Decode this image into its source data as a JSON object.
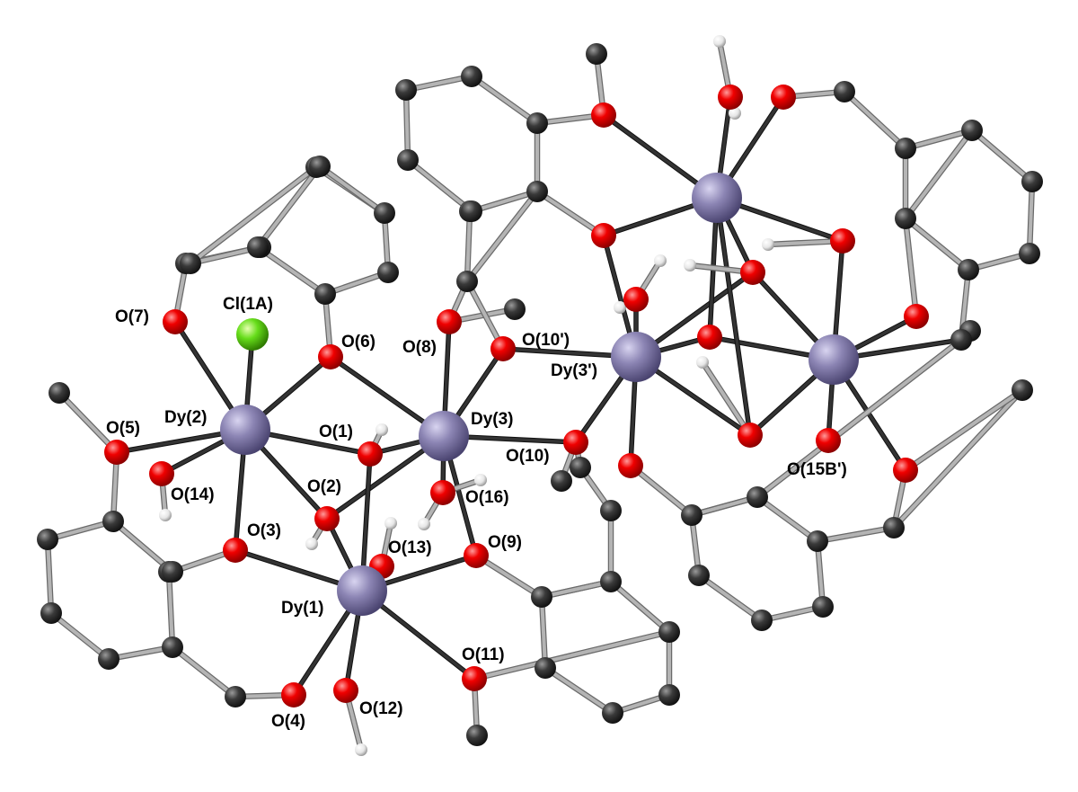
{
  "colors": {
    "background": "#ffffff",
    "carbon": "#3a3a3a",
    "oxygen": "#e00000",
    "hydrogen": "#e8e8e8",
    "dysprosium": "#8c85b4",
    "chlorine": "#66dd1a",
    "bond_organic": "#b4b4b4",
    "bond_metal": "#333333"
  },
  "atoms": [
    {
      "id": "Dy1",
      "el": "Dy"
    },
    {
      "id": "Dy2",
      "el": "Dy"
    },
    {
      "id": "Dy3",
      "el": "Dy"
    },
    {
      "id": "Dy3p",
      "el": "Dy"
    },
    {
      "id": "DyB",
      "el": "Dy"
    },
    {
      "id": "DyT",
      "el": "Dy"
    },
    {
      "id": "Cl1A",
      "el": "Cl"
    },
    {
      "id": "O1",
      "el": "O"
    },
    {
      "id": "O2",
      "el": "O"
    },
    {
      "id": "O3",
      "el": "O"
    },
    {
      "id": "O4",
      "el": "O"
    },
    {
      "id": "O5",
      "el": "O"
    },
    {
      "id": "O6",
      "el": "O"
    },
    {
      "id": "O7",
      "el": "O"
    },
    {
      "id": "O8",
      "el": "O"
    },
    {
      "id": "O9",
      "el": "O"
    },
    {
      "id": "O10",
      "el": "O"
    },
    {
      "id": "O10p",
      "el": "O"
    },
    {
      "id": "O11",
      "el": "O"
    },
    {
      "id": "O12",
      "el": "O"
    },
    {
      "id": "O13",
      "el": "O"
    },
    {
      "id": "O14",
      "el": "O"
    },
    {
      "id": "O15Bp",
      "el": "O"
    },
    {
      "id": "O16",
      "el": "O"
    },
    {
      "id": "Ob1",
      "el": "O"
    },
    {
      "id": "Ob2",
      "el": "O"
    },
    {
      "id": "Ob3",
      "el": "O"
    },
    {
      "id": "Ob4",
      "el": "O"
    },
    {
      "id": "Ob5",
      "el": "O"
    },
    {
      "id": "Ob6",
      "el": "O"
    },
    {
      "id": "Ob7",
      "el": "O"
    },
    {
      "id": "Ob8",
      "el": "O"
    },
    {
      "id": "Ob9",
      "el": "O"
    },
    {
      "id": "Ob10",
      "el": "O"
    },
    {
      "id": "Ob11",
      "el": "O"
    },
    {
      "id": "Ob12",
      "el": "O"
    },
    {
      "id": "Ob13",
      "el": "O"
    },
    {
      "id": "a1",
      "el": "C"
    },
    {
      "id": "a2",
      "el": "C"
    },
    {
      "id": "a3",
      "el": "C"
    },
    {
      "id": "a4",
      "el": "C"
    },
    {
      "id": "a5",
      "el": "C"
    },
    {
      "id": "a6",
      "el": "C"
    },
    {
      "id": "a7",
      "el": "C"
    },
    {
      "id": "a8",
      "el": "C"
    },
    {
      "id": "a9",
      "el": "C"
    },
    {
      "id": "a10",
      "el": "C"
    },
    {
      "id": "b1",
      "el": "C"
    },
    {
      "id": "b2",
      "el": "C"
    },
    {
      "id": "b3",
      "el": "C"
    },
    {
      "id": "b4",
      "el": "C"
    },
    {
      "id": "b5",
      "el": "C"
    },
    {
      "id": "b6",
      "el": "C"
    },
    {
      "id": "b7",
      "el": "C"
    },
    {
      "id": "b8",
      "el": "C"
    },
    {
      "id": "c1",
      "el": "C"
    },
    {
      "id": "c2",
      "el": "C"
    },
    {
      "id": "c3",
      "el": "C"
    },
    {
      "id": "c4",
      "el": "C"
    },
    {
      "id": "c5",
      "el": "C"
    },
    {
      "id": "c6",
      "el": "C"
    },
    {
      "id": "c7",
      "el": "C"
    },
    {
      "id": "c8",
      "el": "C"
    },
    {
      "id": "c9",
      "el": "C"
    },
    {
      "id": "c10",
      "el": "C"
    },
    {
      "id": "d1",
      "el": "C"
    },
    {
      "id": "d2",
      "el": "C"
    },
    {
      "id": "d3",
      "el": "C"
    },
    {
      "id": "d4",
      "el": "C"
    },
    {
      "id": "d5",
      "el": "C"
    },
    {
      "id": "d6",
      "el": "C"
    },
    {
      "id": "d7",
      "el": "C"
    },
    {
      "id": "d8",
      "el": "C"
    },
    {
      "id": "d9",
      "el": "C"
    },
    {
      "id": "d10",
      "el": "C"
    },
    {
      "id": "e1",
      "el": "C"
    },
    {
      "id": "e2",
      "el": "C"
    },
    {
      "id": "e3",
      "el": "C"
    },
    {
      "id": "e4",
      "el": "C"
    },
    {
      "id": "e5",
      "el": "C"
    },
    {
      "id": "e6",
      "el": "C"
    },
    {
      "id": "e7",
      "el": "C"
    },
    {
      "id": "e8",
      "el": "C"
    },
    {
      "id": "e9",
      "el": "C"
    },
    {
      "id": "f1",
      "el": "C"
    },
    {
      "id": "f2",
      "el": "C"
    },
    {
      "id": "f3",
      "el": "C"
    },
    {
      "id": "f4",
      "el": "C"
    },
    {
      "id": "f5",
      "el": "C"
    },
    {
      "id": "f6",
      "el": "C"
    },
    {
      "id": "f7",
      "el": "C"
    },
    {
      "id": "f8",
      "el": "C"
    },
    {
      "id": "f9",
      "el": "C"
    },
    {
      "id": "f10",
      "el": "C"
    },
    {
      "id": "g1",
      "el": "C"
    },
    {
      "id": "g2",
      "el": "C"
    },
    {
      "id": "g3",
      "el": "C"
    },
    {
      "id": "g4",
      "el": "C"
    },
    {
      "id": "g5",
      "el": "C"
    },
    {
      "id": "g6",
      "el": "C"
    },
    {
      "id": "g7",
      "el": "C"
    },
    {
      "id": "g8",
      "el": "C"
    },
    {
      "id": "g9",
      "el": "C"
    },
    {
      "id": "g10",
      "el": "C"
    },
    {
      "id": "x1",
      "el": "C"
    },
    {
      "id": "x2",
      "el": "C"
    },
    {
      "id": "x3",
      "el": "C"
    },
    {
      "id": "x4",
      "el": "C"
    },
    {
      "id": "x5",
      "el": "C"
    },
    {
      "id": "x6",
      "el": "C"
    },
    {
      "id": "x7",
      "el": "C"
    },
    {
      "id": "x8",
      "el": "C"
    },
    {
      "id": "h1",
      "el": "H"
    },
    {
      "id": "h2",
      "el": "H"
    },
    {
      "id": "h3",
      "el": "H"
    },
    {
      "id": "h4",
      "el": "H"
    },
    {
      "id": "h5",
      "el": "H"
    },
    {
      "id": "h6",
      "el": "H"
    },
    {
      "id": "h7",
      "el": "H"
    },
    {
      "id": "h8",
      "el": "H"
    },
    {
      "id": "h9",
      "el": "H"
    },
    {
      "id": "h10",
      "el": "H"
    },
    {
      "id": "h11",
      "el": "H"
    },
    {
      "id": "h12",
      "el": "H"
    },
    {
      "id": "h13",
      "el": "H"
    },
    {
      "id": "h14",
      "el": "H"
    },
    {
      "id": "h15",
      "el": "H"
    }
  ],
  "bonds": [
    {
      "a": "Dy2",
      "b": "Cl1A",
      "type": "metal"
    },
    {
      "a": "Dy2",
      "b": "O7",
      "type": "metal"
    },
    {
      "a": "Dy2",
      "b": "O6",
      "type": "metal"
    },
    {
      "a": "Dy2",
      "b": "O1",
      "type": "metal"
    },
    {
      "a": "Dy2",
      "b": "O2",
      "type": "metal"
    },
    {
      "a": "Dy2",
      "b": "O3",
      "type": "metal"
    },
    {
      "a": "Dy2",
      "b": "O5",
      "type": "metal"
    },
    {
      "a": "Dy2",
      "b": "O14",
      "type": "metal"
    },
    {
      "a": "Dy3",
      "b": "O6",
      "type": "metal"
    },
    {
      "a": "Dy3",
      "b": "O8",
      "type": "metal"
    },
    {
      "a": "Dy3",
      "b": "O10p",
      "type": "metal"
    },
    {
      "a": "Dy3",
      "b": "O10",
      "type": "metal"
    },
    {
      "a": "Dy3",
      "b": "O1",
      "type": "metal"
    },
    {
      "a": "Dy3",
      "b": "O2",
      "type": "metal"
    },
    {
      "a": "Dy3",
      "b": "O16",
      "type": "metal"
    },
    {
      "a": "Dy3",
      "b": "O9",
      "type": "metal"
    },
    {
      "a": "Dy1",
      "b": "O1",
      "type": "metal"
    },
    {
      "a": "Dy1",
      "b": "O2",
      "type": "metal"
    },
    {
      "a": "Dy1",
      "b": "O3",
      "type": "metal"
    },
    {
      "a": "Dy1",
      "b": "O9",
      "type": "metal"
    },
    {
      "a": "Dy1",
      "b": "O13",
      "type": "metal"
    },
    {
      "a": "Dy1",
      "b": "O11",
      "type": "metal"
    },
    {
      "a": "Dy1",
      "b": "O12",
      "type": "metal"
    },
    {
      "a": "Dy1",
      "b": "O4",
      "type": "metal"
    },
    {
      "a": "Dy3p",
      "b": "O10p",
      "type": "metal"
    },
    {
      "a": "Dy3p",
      "b": "O10",
      "type": "metal"
    },
    {
      "a": "Dy3p",
      "b": "Ob1",
      "type": "metal"
    },
    {
      "a": "Dy3p",
      "b": "Ob2",
      "type": "metal"
    },
    {
      "a": "Dy3p",
      "b": "Ob3",
      "type": "metal"
    },
    {
      "a": "Dy3p",
      "b": "Ob4",
      "type": "metal"
    },
    {
      "a": "Dy3p",
      "b": "Ob5",
      "type": "metal"
    },
    {
      "a": "Dy3p",
      "b": "Ob6",
      "type": "metal"
    },
    {
      "a": "DyB",
      "b": "O15Bp",
      "type": "metal"
    },
    {
      "a": "DyB",
      "b": "Ob4",
      "type": "metal"
    },
    {
      "a": "DyB",
      "b": "Ob5",
      "type": "metal"
    },
    {
      "a": "DyB",
      "b": "Ob3",
      "type": "metal"
    },
    {
      "a": "DyB",
      "b": "Ob7",
      "type": "metal"
    },
    {
      "a": "DyB",
      "b": "Ob8",
      "type": "metal"
    },
    {
      "a": "DyB",
      "b": "Ob9",
      "type": "metal"
    },
    {
      "a": "DyB",
      "b": "Ob10",
      "type": "metal"
    },
    {
      "a": "DyT",
      "b": "Ob11",
      "type": "metal"
    },
    {
      "a": "DyT",
      "b": "Ob12",
      "type": "metal"
    },
    {
      "a": "DyT",
      "b": "Ob13",
      "type": "metal"
    },
    {
      "a": "DyT",
      "b": "Ob1",
      "type": "metal"
    },
    {
      "a": "DyT",
      "b": "Ob7",
      "type": "metal"
    },
    {
      "a": "DyT",
      "b": "Ob3",
      "type": "metal"
    },
    {
      "a": "DyT",
      "b": "Ob4",
      "type": "metal"
    },
    {
      "a": "DyT",
      "b": "Ob5",
      "type": "metal"
    },
    {
      "a": "O7",
      "b": "a1",
      "type": "organic"
    },
    {
      "a": "a1",
      "b": "a2",
      "type": "organic"
    },
    {
      "a": "a2",
      "b": "a3",
      "type": "organic"
    },
    {
      "a": "a3",
      "b": "a4",
      "type": "organic"
    },
    {
      "a": "a4",
      "b": "a5",
      "type": "organic"
    },
    {
      "a": "a5",
      "b": "a6",
      "type": "organic"
    },
    {
      "a": "a6",
      "b": "a7",
      "type": "organic"
    },
    {
      "a": "a7",
      "b": "a8",
      "type": "organic"
    },
    {
      "a": "a8",
      "b": "a3",
      "type": "organic"
    },
    {
      "a": "a8",
      "b": "a9",
      "type": "organic"
    },
    {
      "a": "a9",
      "b": "O6",
      "type": "organic"
    },
    {
      "a": "a9",
      "b": "a10",
      "type": "organic"
    },
    {
      "a": "a10",
      "b": "a6",
      "type": "organic"
    },
    {
      "a": "O5",
      "b": "b1",
      "type": "organic"
    },
    {
      "a": "O5",
      "b": "b2",
      "type": "organic"
    },
    {
      "a": "b2",
      "b": "b3",
      "type": "organic"
    },
    {
      "a": "b3",
      "b": "b4",
      "type": "organic"
    },
    {
      "a": "b4",
      "b": "b5",
      "type": "organic"
    },
    {
      "a": "b5",
      "b": "b6",
      "type": "organic"
    },
    {
      "a": "b6",
      "b": "b7",
      "type": "organic"
    },
    {
      "a": "b7",
      "b": "b8",
      "type": "organic"
    },
    {
      "a": "b8",
      "b": "b2",
      "type": "organic"
    },
    {
      "a": "b8",
      "b": "O3",
      "type": "organic"
    },
    {
      "a": "b6",
      "b": "x1",
      "type": "organic"
    },
    {
      "a": "x1",
      "b": "O4",
      "type": "organic"
    },
    {
      "a": "O8",
      "b": "c1",
      "type": "organic"
    },
    {
      "a": "O8",
      "b": "c2",
      "type": "organic"
    },
    {
      "a": "O10p",
      "b": "c3",
      "type": "organic"
    },
    {
      "a": "c3",
      "b": "c4",
      "type": "organic"
    },
    {
      "a": "O10",
      "b": "d1",
      "type": "organic"
    },
    {
      "a": "d1",
      "b": "d2",
      "type": "organic"
    },
    {
      "a": "d2",
      "b": "d3",
      "type": "organic"
    },
    {
      "a": "d3",
      "b": "d4",
      "type": "organic"
    },
    {
      "a": "d4",
      "b": "d5",
      "type": "organic"
    },
    {
      "a": "d5",
      "b": "d6",
      "type": "organic"
    },
    {
      "a": "d6",
      "b": "d7",
      "type": "organic"
    },
    {
      "a": "d7",
      "b": "d8",
      "type": "organic"
    },
    {
      "a": "d8",
      "b": "d9",
      "type": "organic"
    },
    {
      "a": "d9",
      "b": "d4",
      "type": "organic"
    },
    {
      "a": "O9",
      "b": "d4",
      "type": "organic"
    },
    {
      "a": "d8",
      "b": "O11",
      "type": "organic"
    },
    {
      "a": "O11",
      "b": "d10",
      "type": "organic"
    },
    {
      "a": "Ob1",
      "b": "e1",
      "type": "organic"
    },
    {
      "a": "e1",
      "b": "e2",
      "type": "organic"
    },
    {
      "a": "e2",
      "b": "Ob11",
      "type": "organic"
    },
    {
      "a": "Ob11",
      "b": "e3",
      "type": "organic"
    },
    {
      "a": "e2",
      "b": "e4",
      "type": "organic"
    },
    {
      "a": "e4",
      "b": "e5",
      "type": "organic"
    },
    {
      "a": "e5",
      "b": "e6",
      "type": "organic"
    },
    {
      "a": "e6",
      "b": "e7",
      "type": "organic"
    },
    {
      "a": "e7",
      "b": "e8",
      "type": "organic"
    },
    {
      "a": "e8",
      "b": "e1",
      "type": "organic"
    },
    {
      "a": "e1",
      "b": "e9",
      "type": "organic"
    },
    {
      "a": "Ob13",
      "b": "f1",
      "type": "organic"
    },
    {
      "a": "f1",
      "b": "f2",
      "type": "organic"
    },
    {
      "a": "f2",
      "b": "f3",
      "type": "organic"
    },
    {
      "a": "f3",
      "b": "f4",
      "type": "organic"
    },
    {
      "a": "f4",
      "b": "f5",
      "type": "organic"
    },
    {
      "a": "f5",
      "b": "f6",
      "type": "organic"
    },
    {
      "a": "f6",
      "b": "f7",
      "type": "organic"
    },
    {
      "a": "f7",
      "b": "f8",
      "type": "organic"
    },
    {
      "a": "f8",
      "b": "f3",
      "type": "organic"
    },
    {
      "a": "f8",
      "b": "Ob10",
      "type": "organic"
    },
    {
      "a": "Ob9",
      "b": "f9",
      "type": "organic"
    },
    {
      "a": "f9",
      "b": "f10",
      "type": "organic"
    },
    {
      "a": "Ob6",
      "b": "g1",
      "type": "organic"
    },
    {
      "a": "g1",
      "b": "g2",
      "type": "organic"
    },
    {
      "a": "g2",
      "b": "g3",
      "type": "organic"
    },
    {
      "a": "g3",
      "b": "g4",
      "type": "organic"
    },
    {
      "a": "g4",
      "b": "g5",
      "type": "organic"
    },
    {
      "a": "g5",
      "b": "g6",
      "type": "organic"
    },
    {
      "a": "g6",
      "b": "g7",
      "type": "organic"
    },
    {
      "a": "g7",
      "b": "g2",
      "type": "organic"
    },
    {
      "a": "g7",
      "b": "g8",
      "type": "organic"
    },
    {
      "a": "g8",
      "b": "Ob8",
      "type": "organic"
    },
    {
      "a": "Ob8",
      "b": "g9",
      "type": "organic"
    },
    {
      "a": "O10",
      "b": "g10",
      "type": "organic"
    },
    {
      "a": "O1",
      "b": "h1",
      "type": "organic"
    },
    {
      "a": "O2",
      "b": "h2",
      "type": "organic"
    },
    {
      "a": "O14",
      "b": "h3",
      "type": "organic"
    },
    {
      "a": "O13",
      "b": "h4",
      "type": "organic"
    },
    {
      "a": "O13",
      "b": "h5",
      "type": "organic"
    },
    {
      "a": "O16",
      "b": "h6",
      "type": "organic"
    },
    {
      "a": "O16",
      "b": "h7",
      "type": "organic"
    },
    {
      "a": "O12",
      "b": "h8",
      "type": "organic"
    },
    {
      "a": "Ob12",
      "b": "h9",
      "type": "organic"
    },
    {
      "a": "Ob12",
      "b": "h10",
      "type": "organic"
    },
    {
      "a": "Ob2",
      "b": "h11",
      "type": "organic"
    },
    {
      "a": "Ob2",
      "b": "h12",
      "type": "organic"
    },
    {
      "a": "Ob5",
      "b": "h13",
      "type": "organic"
    },
    {
      "a": "Ob7",
      "b": "h14",
      "type": "organic"
    },
    {
      "a": "Ob4",
      "b": "h15",
      "type": "organic"
    },
    {
      "a": "Ob9",
      "b": "x8",
      "type": "organic"
    },
    {
      "a": "x2",
      "b": "x3",
      "type": "organic"
    },
    {
      "a": "x4",
      "b": "x5",
      "type": "organic"
    },
    {
      "a": "x6",
      "b": "x7",
      "type": "organic"
    }
  ],
  "labels": [
    {
      "atom": "O7",
      "text": "O(7)"
    },
    {
      "atom": "Cl1A",
      "text": "Cl(1A)"
    },
    {
      "atom": "O6",
      "text": "O(6)"
    },
    {
      "atom": "O8",
      "text": "O(8)"
    },
    {
      "atom": "O10p",
      "text": "O(10')"
    },
    {
      "atom": "Dy3p",
      "text": "Dy(3')"
    },
    {
      "atom": "O5",
      "text": "O(5)"
    },
    {
      "atom": "Dy2",
      "text": "Dy(2)"
    },
    {
      "atom": "O1",
      "text": "O(1)"
    },
    {
      "atom": "Dy3",
      "text": "Dy(3)"
    },
    {
      "atom": "O10",
      "text": "O(10)"
    },
    {
      "atom": "O14",
      "text": "O(14)"
    },
    {
      "atom": "O2",
      "text": "O(2)"
    },
    {
      "atom": "O16",
      "text": "O(16)"
    },
    {
      "atom": "O15Bp",
      "text": "O(15B')"
    },
    {
      "atom": "O3",
      "text": "O(3)"
    },
    {
      "atom": "O13",
      "text": "O(13)"
    },
    {
      "atom": "O9",
      "text": "O(9)"
    },
    {
      "atom": "Dy1",
      "text": "Dy(1)"
    },
    {
      "atom": "O11",
      "text": "O(11)"
    },
    {
      "atom": "O4",
      "text": "O(4)"
    },
    {
      "atom": "O12",
      "text": "O(12)"
    }
  ]
}
